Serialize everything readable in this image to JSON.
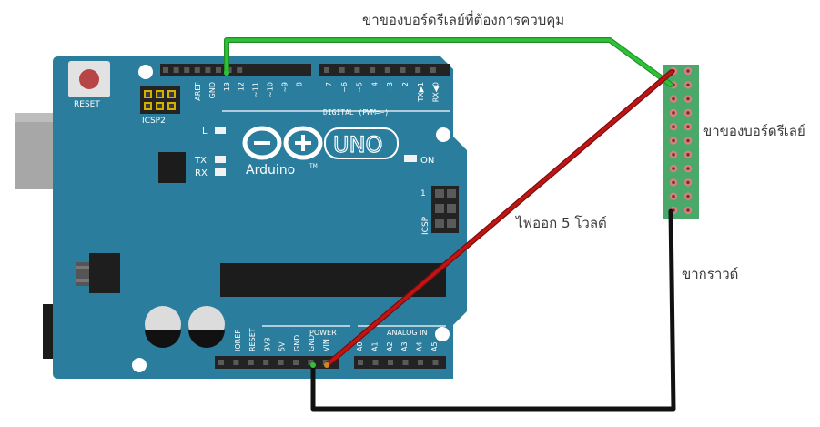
{
  "labels": {
    "control_pin": "ขาของบอร์ดรีเลย์ที่ต้องการควบคุม",
    "relay_pins": "ขาของบอร์ดรีเลย์",
    "five_volt": "ไฟออก 5 โวลต์",
    "ground": "ขากราวด์"
  },
  "board": {
    "reset": "RESET",
    "icsp2": "ICSP2",
    "icsp": "ICSP",
    "icsp_pin1": "1",
    "l": "L",
    "tx": "TX",
    "rx": "RX",
    "on": "ON",
    "logo_text": "Arduino",
    "tm": "TM",
    "uno": "UNO",
    "digital": "DIGITAL (PWM=~)",
    "power": "POWER",
    "analog_in": "ANALOG IN",
    "top_header_left": [
      "AREF",
      "GND",
      "13",
      "12",
      "~11",
      "~10",
      "~9",
      "8"
    ],
    "top_header_right": [
      "7",
      "~6",
      "~5",
      "4",
      "~3",
      "2",
      "TX▶1",
      "RX◀0"
    ],
    "bottom_power": [
      "IOREF",
      "RESET",
      "3V3",
      "5V",
      "GND",
      "GND",
      "VIN"
    ],
    "bottom_analog": [
      "A0",
      "A1",
      "A2",
      "A3",
      "A4",
      "A5"
    ]
  },
  "colors": {
    "board": "#2a7d9c",
    "wire_signal": "#2db534",
    "wire_power": "#b51212",
    "wire_ground": "#1e1e1e",
    "relay_header": "#4aa86a"
  }
}
